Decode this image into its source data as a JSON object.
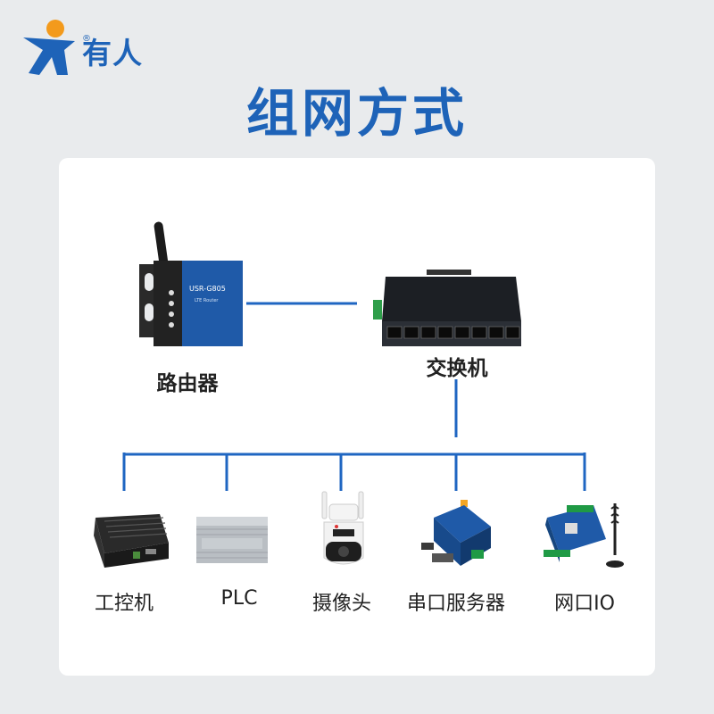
{
  "brand": {
    "name": "有人",
    "registered": "®"
  },
  "title": "组网方式",
  "nodes": {
    "router": {
      "label": "路由器",
      "model": "USR-G805",
      "sub": "LTE Router"
    },
    "switch": {
      "label": "交换机"
    },
    "devices": [
      {
        "label": "工控机"
      },
      {
        "label": "PLC"
      },
      {
        "label": "摄像头"
      },
      {
        "label": "串口服务器"
      },
      {
        "label": "网口IO"
      }
    ]
  },
  "colors": {
    "brand": "#1e63b8",
    "line": "#1f66c2",
    "orange": "#f39a1c"
  }
}
